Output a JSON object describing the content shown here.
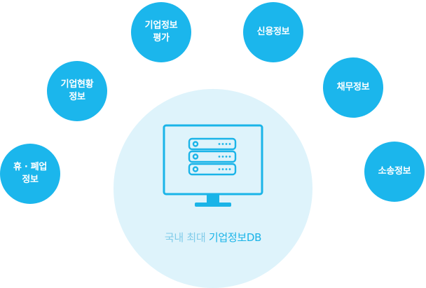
{
  "center": {
    "caption_prefix": "국내 최대 ",
    "caption_highlight": "기업정보DB"
  },
  "nodes": [
    {
      "line1": "휴 · 폐업",
      "line2": "정보"
    },
    {
      "line1": "기업현황",
      "line2": "정보"
    },
    {
      "line1": "기업정보",
      "line2": "평가"
    },
    {
      "line1": "신용정보",
      "line2": ""
    },
    {
      "line1": "채무정보",
      "line2": ""
    },
    {
      "line1": "소송정보",
      "line2": ""
    }
  ],
  "colors": {
    "node_fill": "#1bb6ec",
    "center_fill": "#def3fb",
    "icon_stroke": "#1ab4e8",
    "caption_light": "#7fcbe9",
    "caption_accent": "#1ab4e8"
  },
  "icons": {
    "center": "database-server-monitor-icon"
  }
}
